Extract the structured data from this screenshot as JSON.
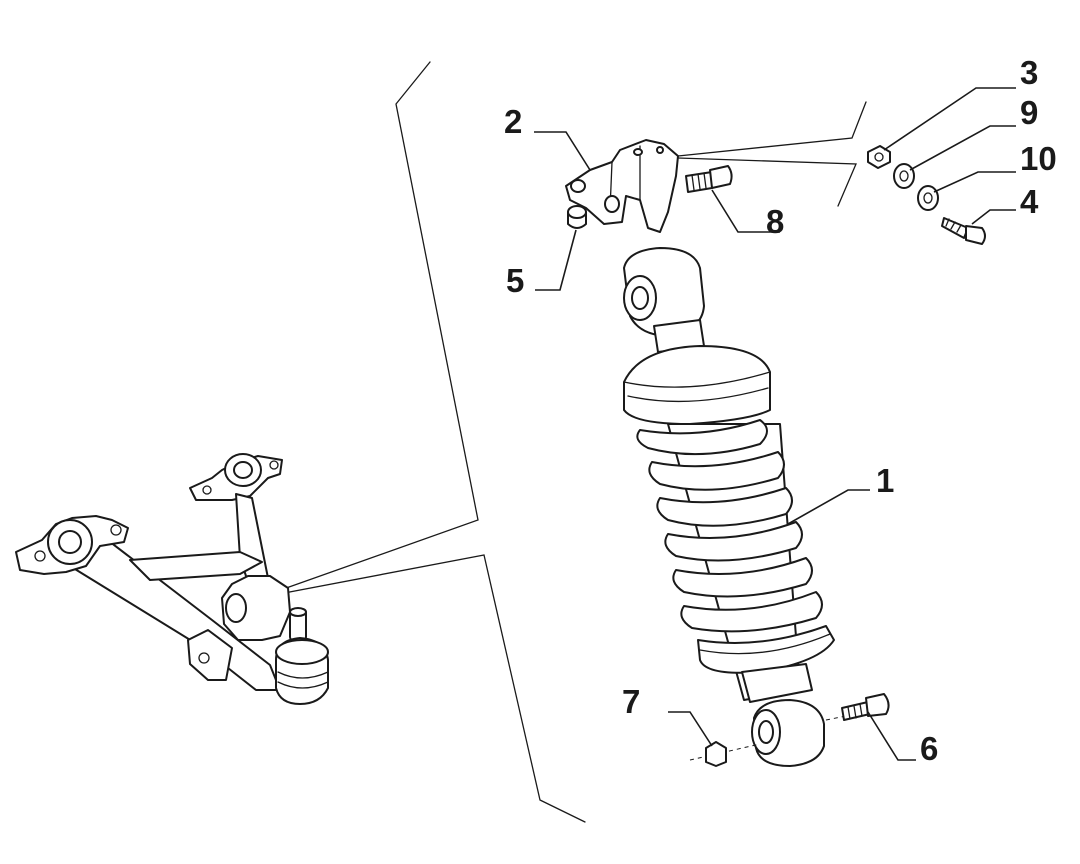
{
  "diagram": {
    "callouts": [
      {
        "id": "c1",
        "label": "1"
      },
      {
        "id": "c2",
        "label": "2"
      },
      {
        "id": "c3",
        "label": "3"
      },
      {
        "id": "c4",
        "label": "4"
      },
      {
        "id": "c5",
        "label": "5"
      },
      {
        "id": "c6",
        "label": "6"
      },
      {
        "id": "c7",
        "label": "7"
      },
      {
        "id": "c8",
        "label": "8"
      },
      {
        "id": "c9",
        "label": "9"
      },
      {
        "id": "c10",
        "label": "10"
      }
    ]
  },
  "colors": {
    "line": "#1a1a1a",
    "background": "#ffffff"
  }
}
